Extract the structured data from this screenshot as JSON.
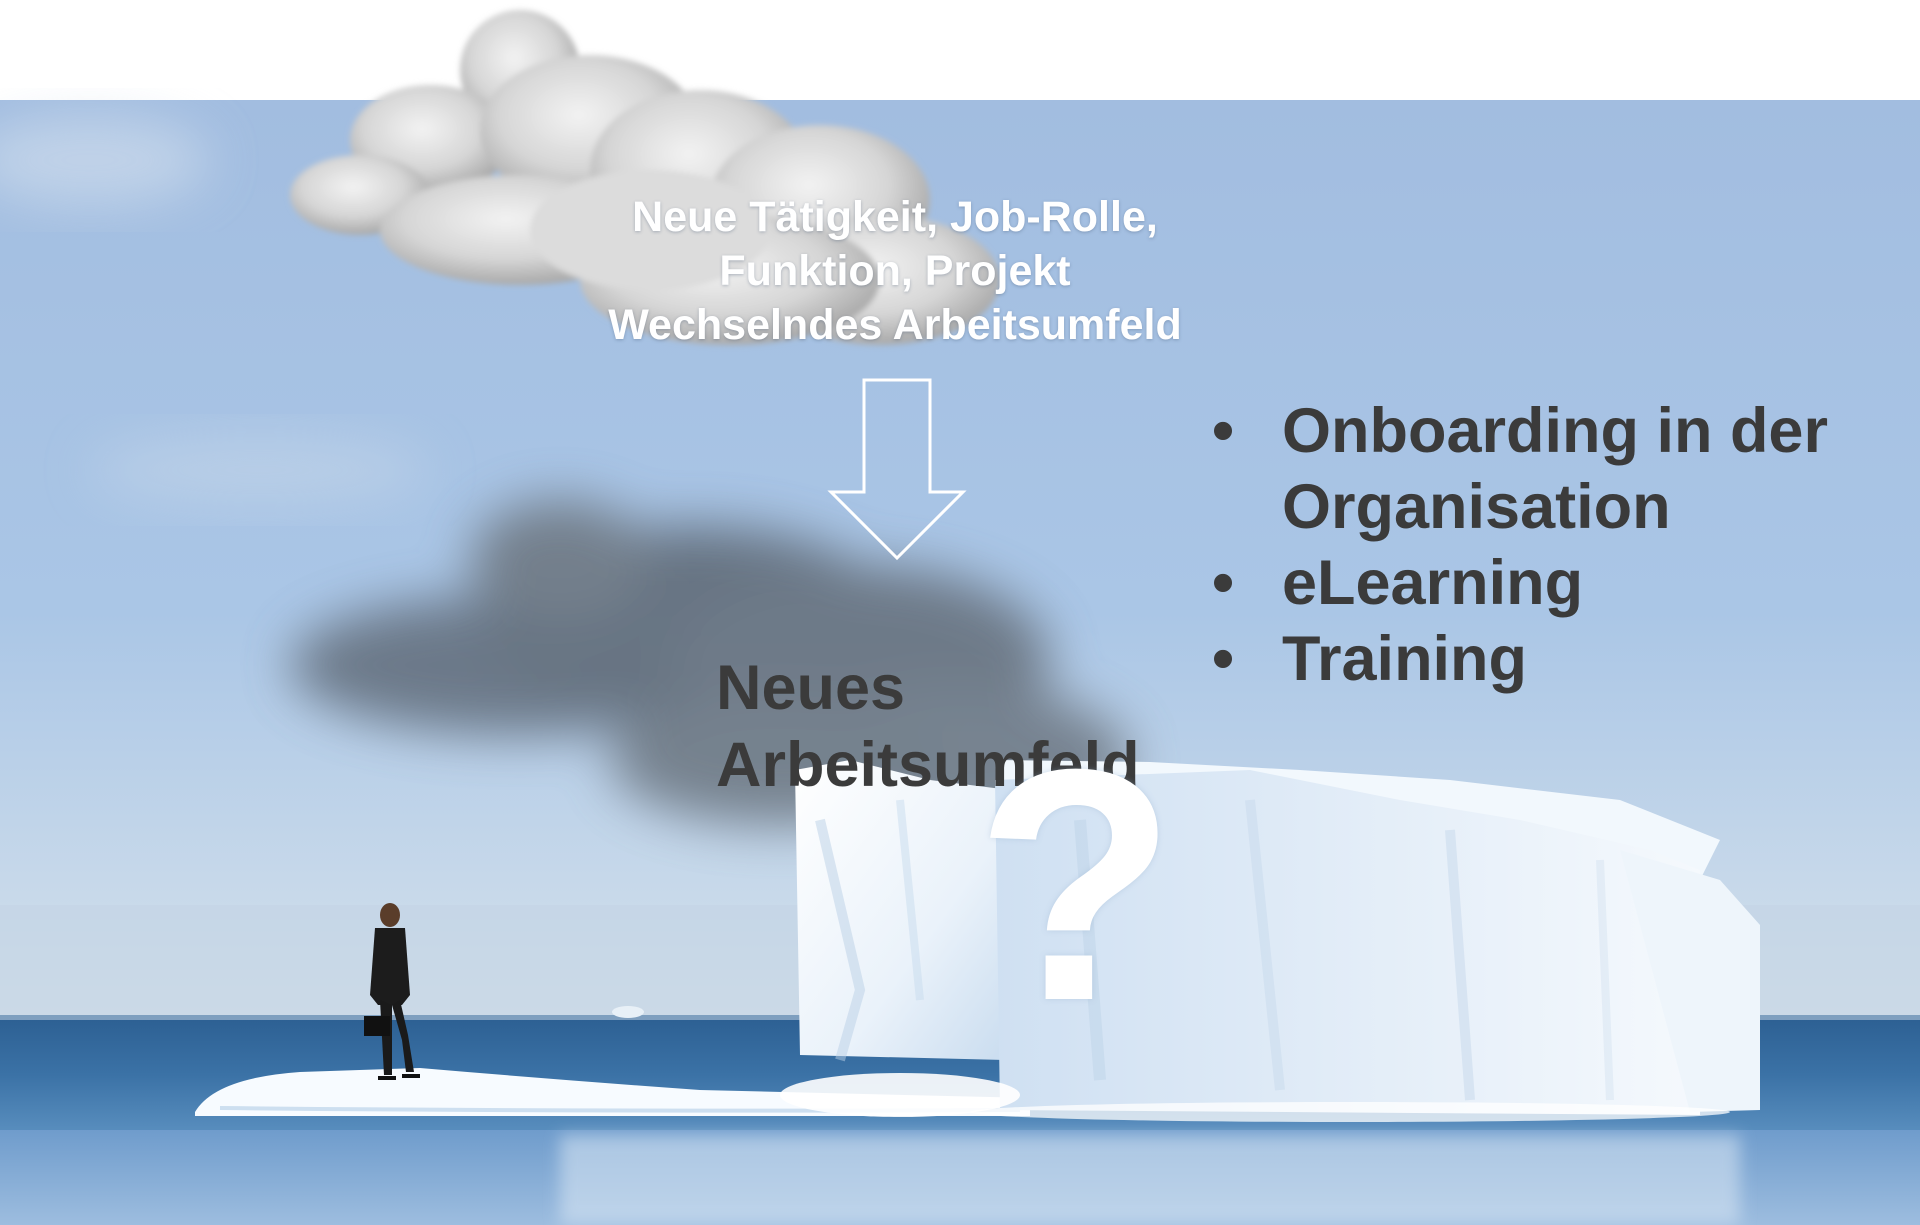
{
  "top_text": {
    "line1": "Neue Tätigkeit, Job-Rolle,",
    "line2": "Funktion, Projekt",
    "line3": "Wechselndes Arbeitsumfeld"
  },
  "center_text": {
    "line1": "Neues",
    "line2": "Arbeitsumfeld"
  },
  "question_mark": "?",
  "bullets": [
    {
      "marker": "•",
      "line1": "Onboarding in der",
      "line2": "Organisation"
    },
    {
      "marker": "•",
      "line1": "eLearning"
    },
    {
      "marker": "•",
      "line1": "Training"
    }
  ],
  "colors": {
    "sky_top": "#a4bfe2",
    "sky_bottom": "#d8e4ee",
    "sea": "#3f74a3",
    "iceberg": "#f4f9fd",
    "dark_text": "#3b3b3b",
    "light_text": "#ffffff"
  }
}
